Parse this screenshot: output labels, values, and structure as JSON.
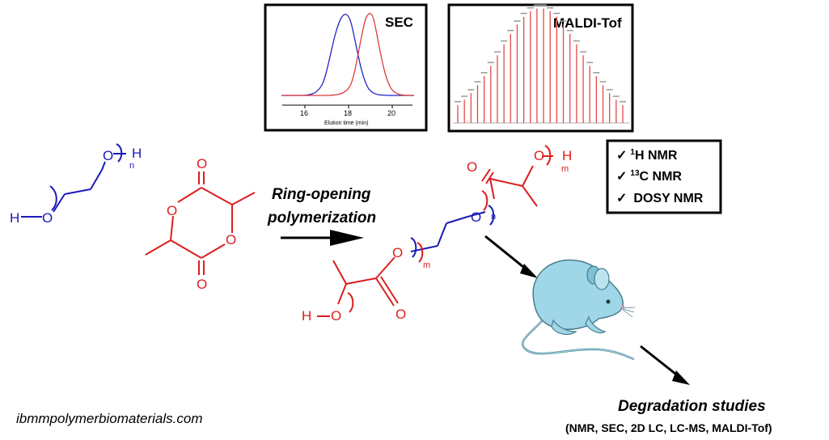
{
  "sec_panel": {
    "title": "SEC",
    "xlabel": "Elution time (min)",
    "ticks": [
      "16",
      "18",
      "20"
    ]
  },
  "maldi_panel": {
    "title": "MALDI-Tof"
  },
  "nmr_panel": {
    "items": [
      {
        "check": "✓",
        "sup": "1",
        "label": "H NMR"
      },
      {
        "check": "✓",
        "sup": "13",
        "label": "C NMR"
      },
      {
        "check": "✓",
        "sup": "",
        "label": "DOSY NMR"
      }
    ]
  },
  "reaction": {
    "line1": "Ring-opening",
    "line2": "polymerization"
  },
  "peg": {
    "h_end": "H",
    "o_end": "O",
    "o_top": "O",
    "h_top": "H",
    "n": "n"
  },
  "lactide": {
    "o_carbonyl_top": "O",
    "o_ring_left": "O",
    "o_ring_right": "O",
    "o_carbonyl_bottom": "O"
  },
  "product": {
    "h_top": "H",
    "o_top": "O",
    "m_top": "m",
    "o_carbonyl_top": "O",
    "o_peg": "O",
    "n": "n",
    "o_ester": "O",
    "m_bottom": "m",
    "o_carbonyl_bottom": "O",
    "o_bottom": "O",
    "h_bottom": "H"
  },
  "degradation": {
    "title": "Degradation studies",
    "techniques": "(NMR, SEC, 2D LC, LC-MS, MALDI-Tof)"
  },
  "website": "ibmmpolymerbiomaterials.com",
  "colors": {
    "peg": "#1a1ab8",
    "pla": "#dd1d1d",
    "mouse_fill": "#9fd6e8",
    "mouse_stroke": "#4a7c8c"
  }
}
